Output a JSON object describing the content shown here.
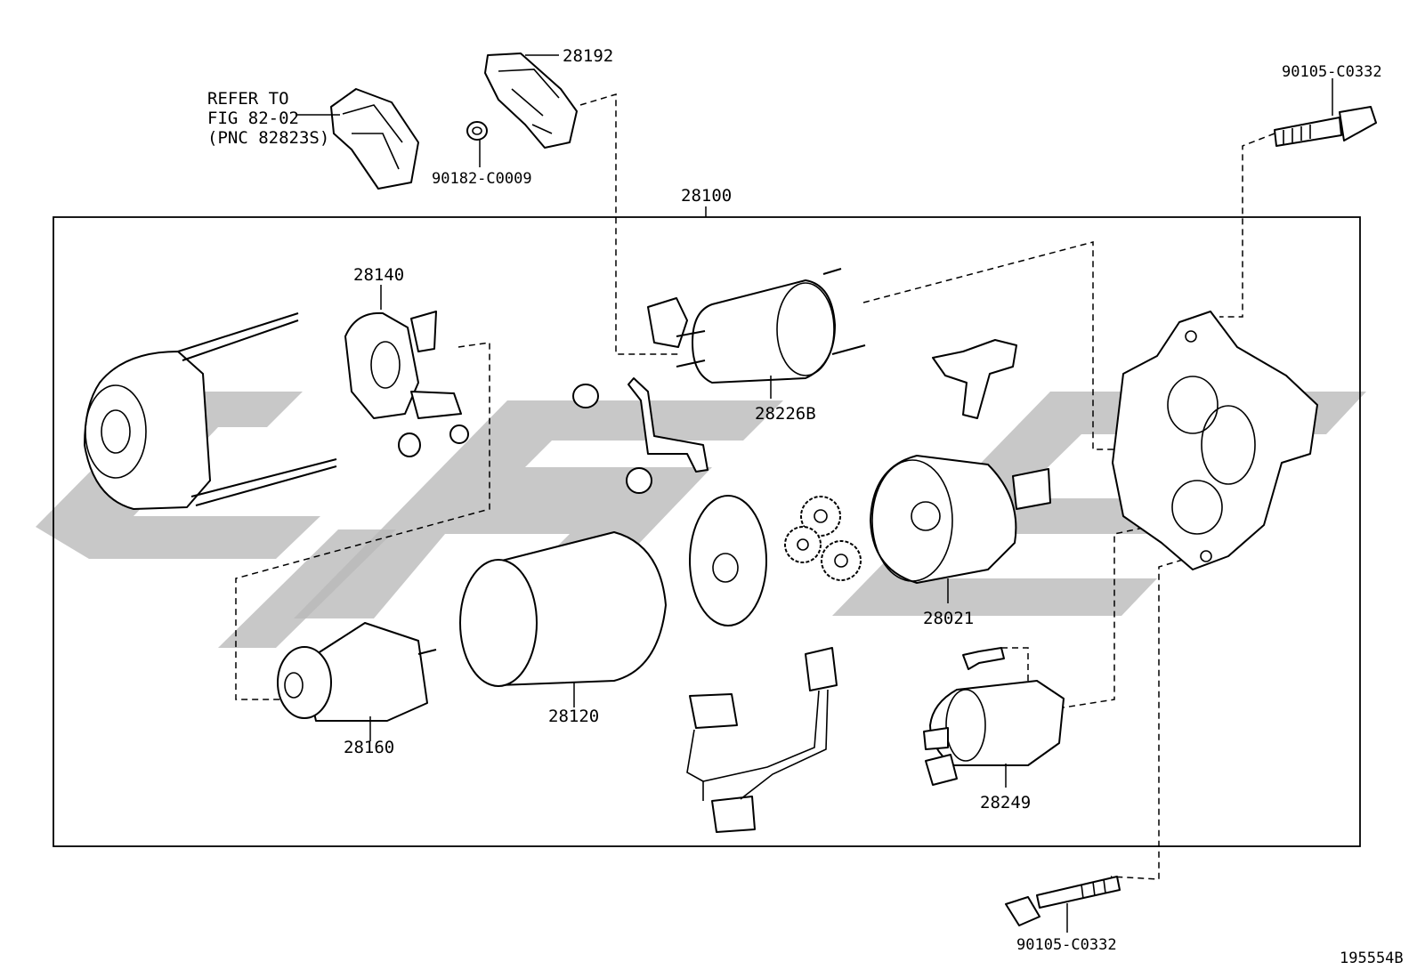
{
  "labels": {
    "refer": [
      "REFER TO",
      "FIG 82-02",
      "(PNC 82823S)"
    ],
    "p28192": "28192",
    "p90182": "90182-C0009",
    "p90105_top": "90105-C0332",
    "p28100": "28100",
    "p28140": "28140",
    "p28226B": "28226B",
    "p28021": "28021",
    "p28160": "28160",
    "p28120": "28120",
    "p28249": "28249",
    "p90105_bottom": "90105-C0332",
    "figure_code": "195554B"
  }
}
